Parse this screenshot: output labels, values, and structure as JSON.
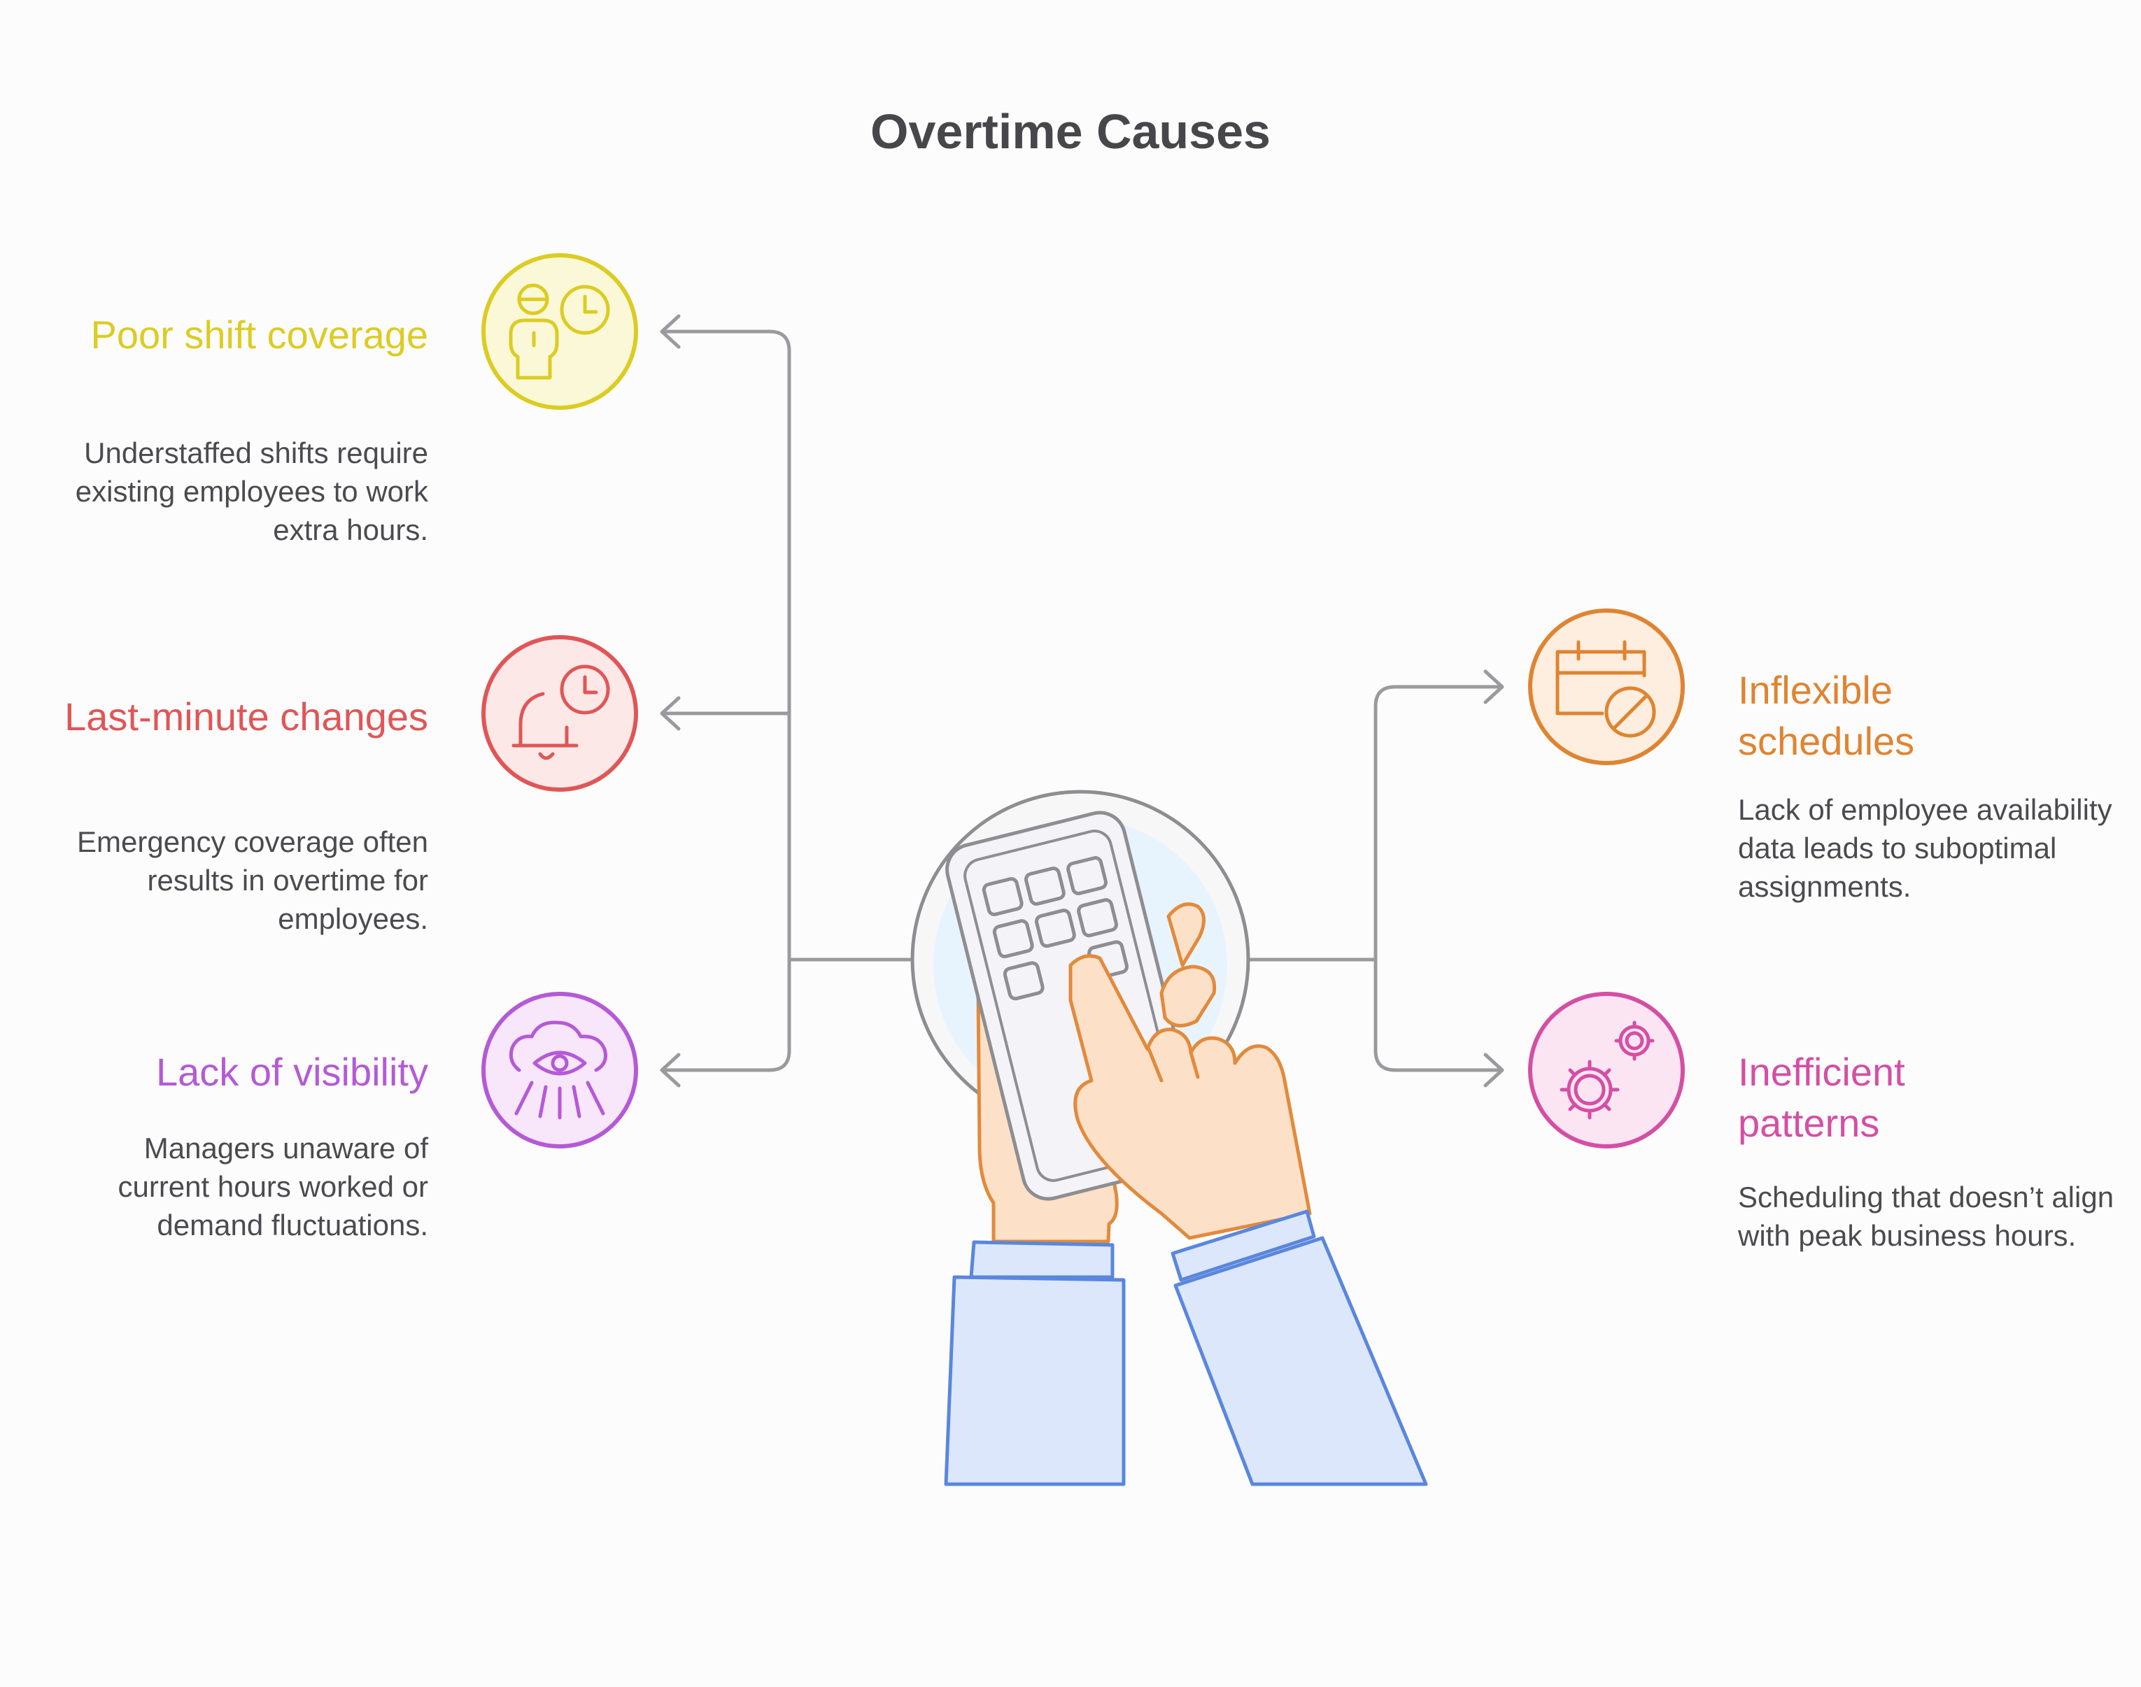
{
  "title": "Overtime Causes",
  "causes": [
    {
      "title": "Poor shift coverage",
      "description": "Understaffed shifts require existing employees to work extra hours.",
      "icon": "person-clock-icon",
      "color": "#dccc22",
      "fill": "#fbf8d8"
    },
    {
      "title": "Last-minute changes",
      "description": "Emergency coverage often results in overtime for employees.",
      "icon": "bell-clock-icon",
      "color": "#e05656",
      "fill": "#fde8e8"
    },
    {
      "title": "Lack of visibility",
      "description": "Managers unaware of current hours worked or demand fluctuations.",
      "icon": "cloud-eye-icon",
      "color": "#b45ad6",
      "fill": "#f8e6fb"
    },
    {
      "title": "Inflexible schedules",
      "description": "Lack of employee availability data leads to suboptimal assignments.",
      "icon": "calendar-blocked-icon",
      "color": "#df8431",
      "fill": "#fdeedf"
    },
    {
      "title": "Inefficient patterns",
      "description": "Scheduling that doesn’t align with peak business hours.",
      "icon": "gears-icon",
      "color": "#d44fa4",
      "fill": "#fbe5f3"
    }
  ],
  "colors": {
    "connector": "#9a9a9e",
    "text": "#4b4b4f",
    "title": "#47474b",
    "skin": "#fde0c8",
    "skin_outline": "#e28a3c",
    "sleeve": "#dce7fc",
    "sleeve_outline": "#5a87dd"
  }
}
